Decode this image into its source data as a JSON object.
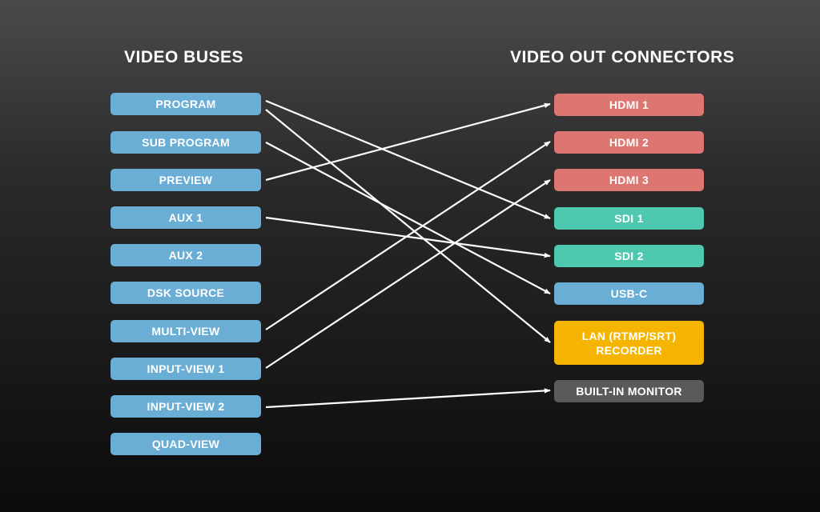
{
  "headings": {
    "buses": "VIDEO BUSES",
    "outputs": "VIDEO OUT CONNECTORS"
  },
  "buses": [
    {
      "label": "PROGRAM"
    },
    {
      "label": "SUB PROGRAM"
    },
    {
      "label": "PREVIEW"
    },
    {
      "label": "AUX 1"
    },
    {
      "label": "AUX 2"
    },
    {
      "label": "DSK SOURCE"
    },
    {
      "label": "MULTI-VIEW"
    },
    {
      "label": "INPUT-VIEW 1"
    },
    {
      "label": "INPUT-VIEW 2"
    },
    {
      "label": "QUAD-VIEW"
    }
  ],
  "outputs": [
    {
      "label": "HDMI 1",
      "color": "#dd7570"
    },
    {
      "label": "HDMI 2",
      "color": "#dd7570"
    },
    {
      "label": "HDMI 3",
      "color": "#dd7570"
    },
    {
      "label": "SDI 1",
      "color": "#4ec9b0"
    },
    {
      "label": "SDI 2",
      "color": "#4ec9b0"
    },
    {
      "label": "USB-C",
      "color": "#6aaed6"
    },
    {
      "label": "LAN (RTMP/SRT)\nRECORDER",
      "color": "#f5b400"
    },
    {
      "label": "BUILT-IN MONITOR",
      "color": "#5a5a5c"
    }
  ],
  "connections": [
    {
      "from": "PROGRAM",
      "to": "SDI 1"
    },
    {
      "from": "PROGRAM",
      "to": "LAN (RTMP/SRT)\nRECORDER"
    },
    {
      "from": "SUB PROGRAM",
      "to": "USB-C"
    },
    {
      "from": "PREVIEW",
      "to": "HDMI 1"
    },
    {
      "from": "AUX 1",
      "to": "SDI 2"
    },
    {
      "from": "MULTI-VIEW",
      "to": "HDMI 2"
    },
    {
      "from": "INPUT-VIEW 1",
      "to": "HDMI 3"
    },
    {
      "from": "INPUT-VIEW 2",
      "to": "BUILT-IN MONITOR"
    }
  ],
  "colors": {
    "bus": "#6aaed6",
    "arrow": "#ffffff"
  }
}
